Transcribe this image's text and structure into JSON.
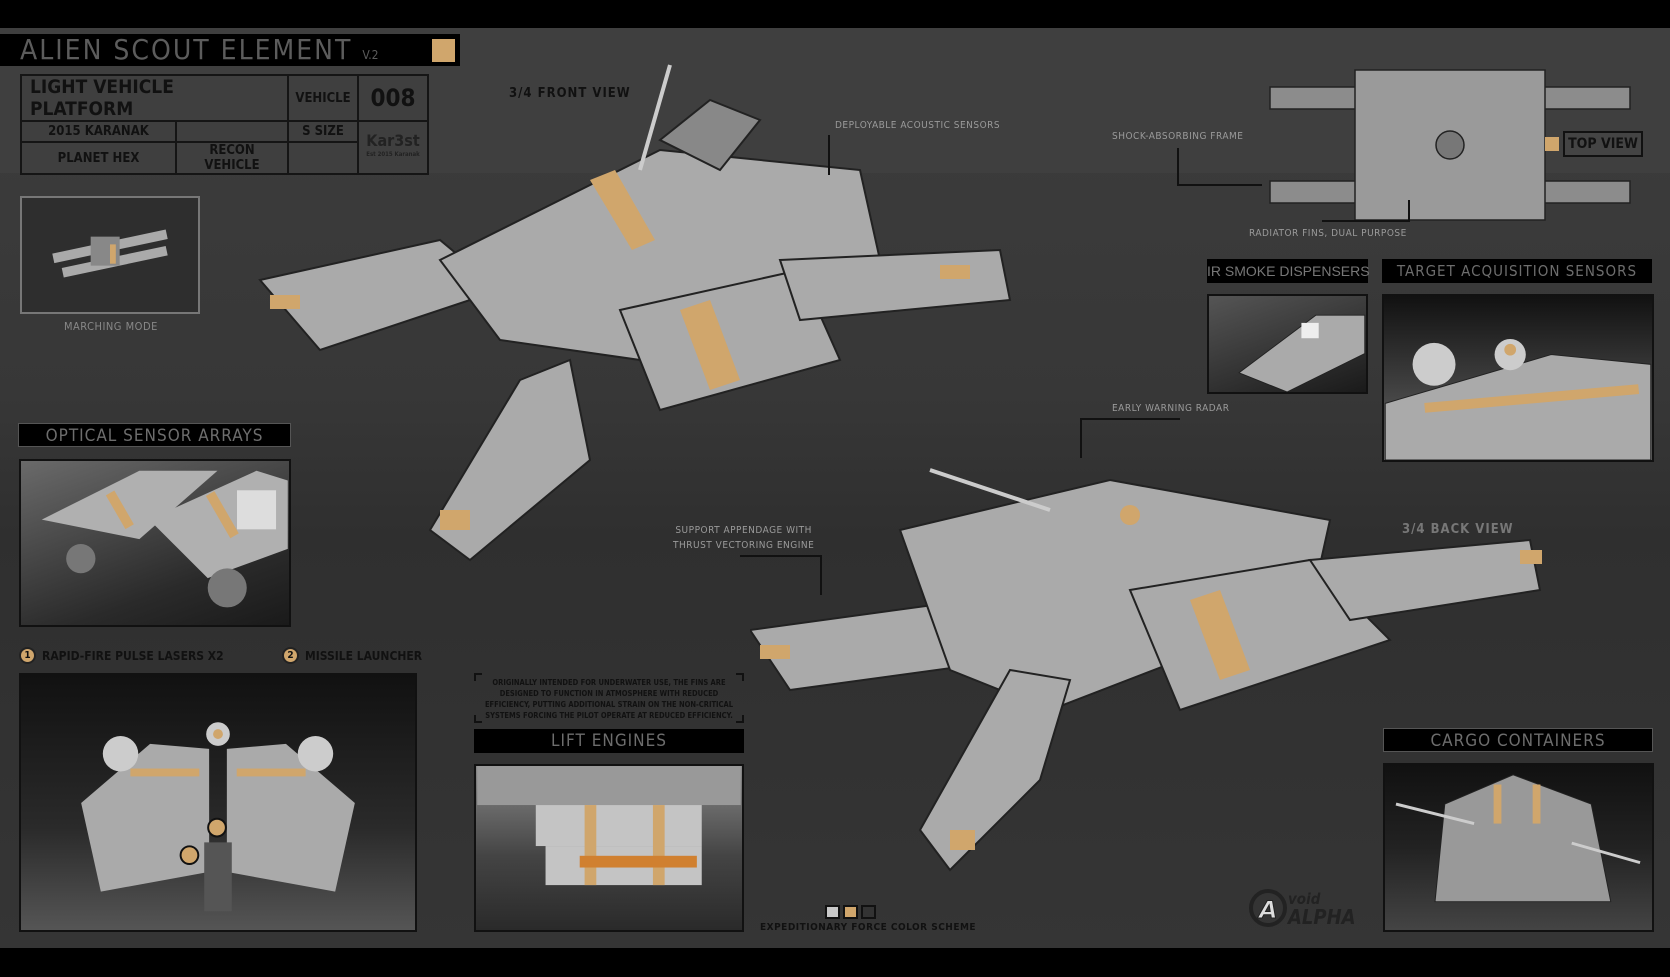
{
  "title": {
    "main": "ALIEN SCOUT ELEMENT",
    "version": "V.2"
  },
  "info_table": {
    "platform": "LIGHT VEHICLE PLATFORM",
    "type_label": "VEHICLE",
    "number": "008",
    "author": "2015 KARANAK",
    "size": "S SIZE",
    "location": "PLANET HEX",
    "role": "RECON VEHICLE",
    "logo_text": "Kar3st",
    "logo_sub": "Est 2015 Karanak"
  },
  "marching_mode": {
    "label": "MARCHING MODE"
  },
  "optical": {
    "header": "OPTICAL SENSOR ARRAYS"
  },
  "legend": [
    {
      "num": "1",
      "label": "RAPID-FIRE PULSE LASERS X2"
    },
    {
      "num": "2",
      "label": "MISSILE LAUNCHER"
    }
  ],
  "note": "ORIGINALLY INTENDED FOR UNDERWATER USE, THE FINS ARE DESIGNED TO FUNCTION IN ATMOSPHERE WITH REDUCED EFFICIENCY, PUTTING ADDITIONAL STRAIN ON THE NON-CRITICAL SYSTEMS FORCING THE PILOT OPERATE AT REDUCED EFFICIENCY.",
  "lift_engines": {
    "header": "LIFT ENGINES"
  },
  "color_scheme": {
    "label": "EXPEDITIONARY FORCE COLOR SCHEME",
    "colors": [
      "#c8c8c8",
      "#d0a66c",
      "#333333"
    ]
  },
  "views": {
    "front": "3/4 FRONT VIEW",
    "back": "3/4 BACK VIEW",
    "top": "TOP VIEW"
  },
  "callouts": {
    "acoustic": "DEPLOYABLE ACOUSTIC SENSORS",
    "frame": "SHOCK-ABSORBING FRAME",
    "radiator": "RADIATOR FINS, DUAL PURPOSE",
    "radar": "EARLY WARNING RADAR",
    "support_1": "SUPPORT APPENDAGE WITH",
    "support_2": "THRUST VECTORING ENGINE"
  },
  "details": {
    "ir_smoke": "IR SMOKE DISPENSERS",
    "target": "TARGET ACQUISITION SENSORS",
    "cargo": "CARGO CONTAINERS"
  },
  "brand": {
    "word1": "void",
    "word2": "ALPHA"
  },
  "colors": {
    "accent": "#d0a66c",
    "hull": "#b8b8b8",
    "background": "#3a3a3a"
  }
}
